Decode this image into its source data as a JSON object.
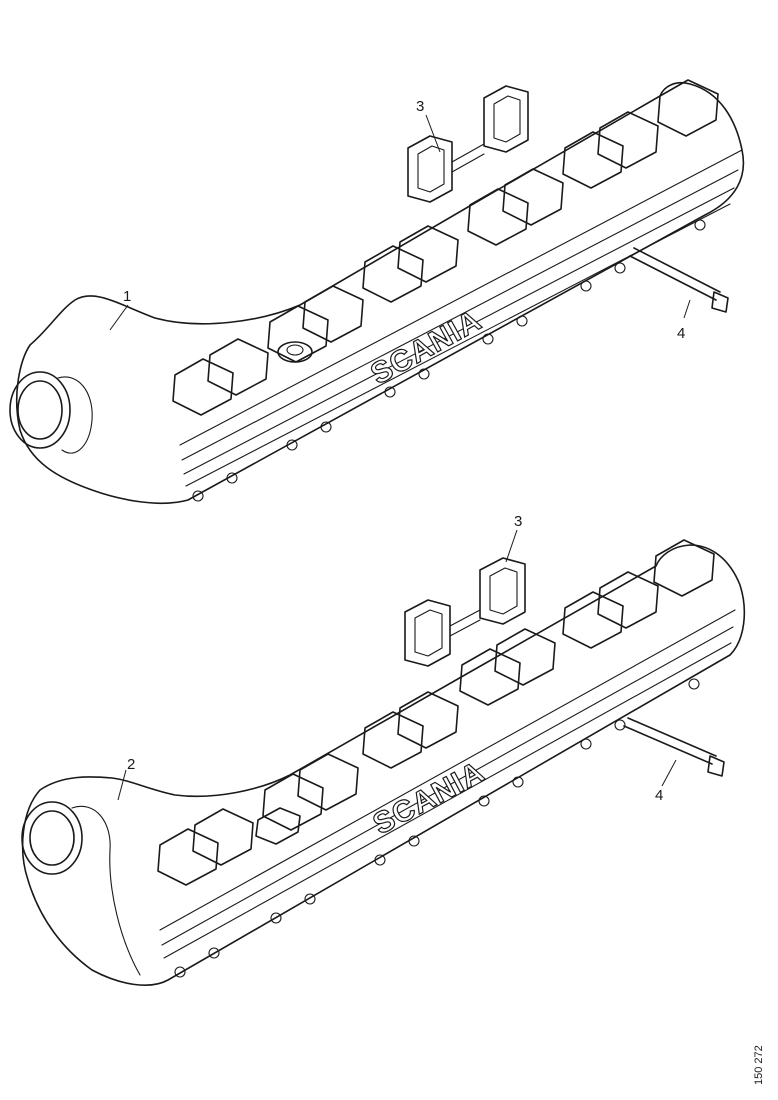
{
  "brand": "SCANIA",
  "document_number": "150 272",
  "callouts": [
    "1",
    "2",
    "3",
    "4"
  ]
}
